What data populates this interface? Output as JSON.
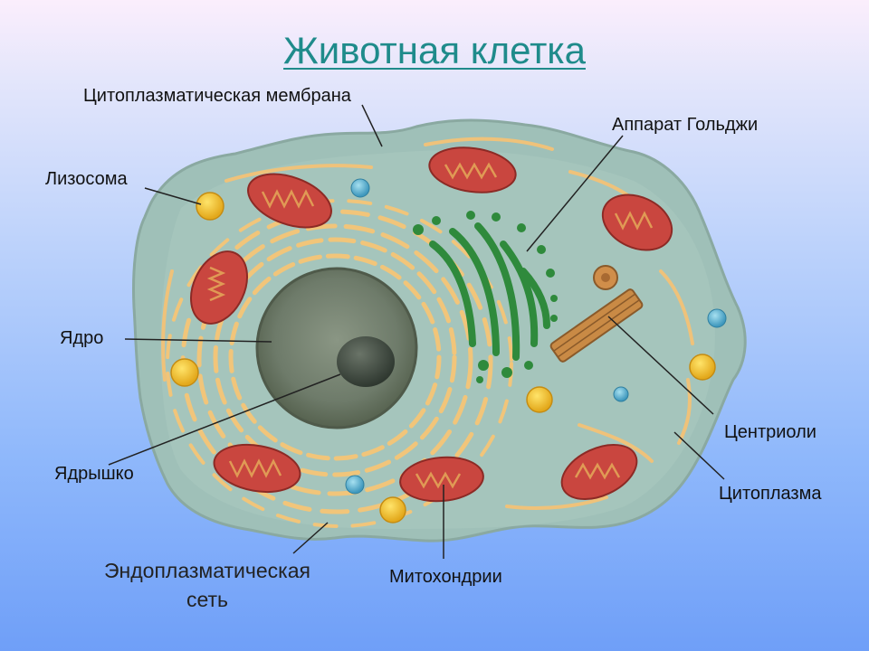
{
  "title": "Животная клетка",
  "labels": {
    "membrane": "Цитоплазматическая мембрана",
    "golgi": "Аппарат Гольджи",
    "lysosome": "Лизосома",
    "nucleus": "Ядро",
    "centrioles": "Центриоли",
    "nucleolus": "Ядрышко",
    "cytoplasm": "Цитоплазма",
    "er_line1": "Эндоплазматическая",
    "er_line2": "сеть",
    "mitochondria": "Митохондрии"
  },
  "colors": {
    "title": "#1f8b8b",
    "cytoplasm": "#9fc0b8",
    "nucleus": "#6f7f6a",
    "nucleolus": "#3f4a3e",
    "mitochondria": "#c9463f",
    "golgi": "#2f8a3c",
    "lysosome": "#f2c230",
    "er": "#f1c57a",
    "vacuole": "#5fb0cf"
  }
}
